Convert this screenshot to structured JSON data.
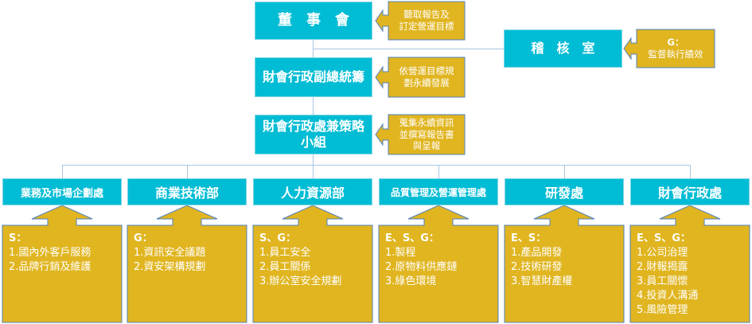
{
  "colors": {
    "node": "#00bcd4",
    "callout": "#e0b520",
    "callout_border": "#4f81bd",
    "line": "#a9c6e0"
  },
  "top": [
    {
      "title": "董　事　會",
      "note": [
        "聽取報告及",
        "訂定營運目標"
      ]
    },
    {
      "title": "財會行政副總統籌",
      "note": [
        "依營運目標規",
        "劃永續發展"
      ]
    },
    {
      "title": "財會行政處兼策略小組",
      "note": [
        "蒐集永續資訊",
        "並撰寫報告書",
        "與呈報"
      ]
    }
  ],
  "audit": {
    "title": "稽　核　室",
    "note": [
      "G：",
      "監督執行績效"
    ]
  },
  "departments": [
    {
      "name": "業務及市場企劃處",
      "tag": "S：",
      "items": [
        "1.國內外客戶服務",
        "2.品牌行銷及維護"
      ]
    },
    {
      "name": "商業技術部",
      "tag": "G：",
      "items": [
        "1.資訊安全議題",
        "2.資安架構規劃"
      ]
    },
    {
      "name": "人力資源部",
      "tag": "S、G：",
      "items": [
        "1.員工安全",
        "2.員工關係",
        "3.辦公室安全規劃"
      ]
    },
    {
      "name": "品質管理及營運管理處",
      "tag": "E、S、G：",
      "items": [
        "1.製程",
        "2.原物料供應鏈",
        "3.綠色環境"
      ]
    },
    {
      "name": "研發處",
      "tag": "E、S：",
      "items": [
        "1.產品開發",
        "2.技術研發",
        "3.智慧財產權"
      ]
    },
    {
      "name": "財會行政處",
      "tag": "E、S、G：",
      "items": [
        "1.公司治理",
        "2.財報揭露",
        "3.員工關懷",
        "4.投資人溝通",
        "5.風險管理"
      ]
    }
  ]
}
